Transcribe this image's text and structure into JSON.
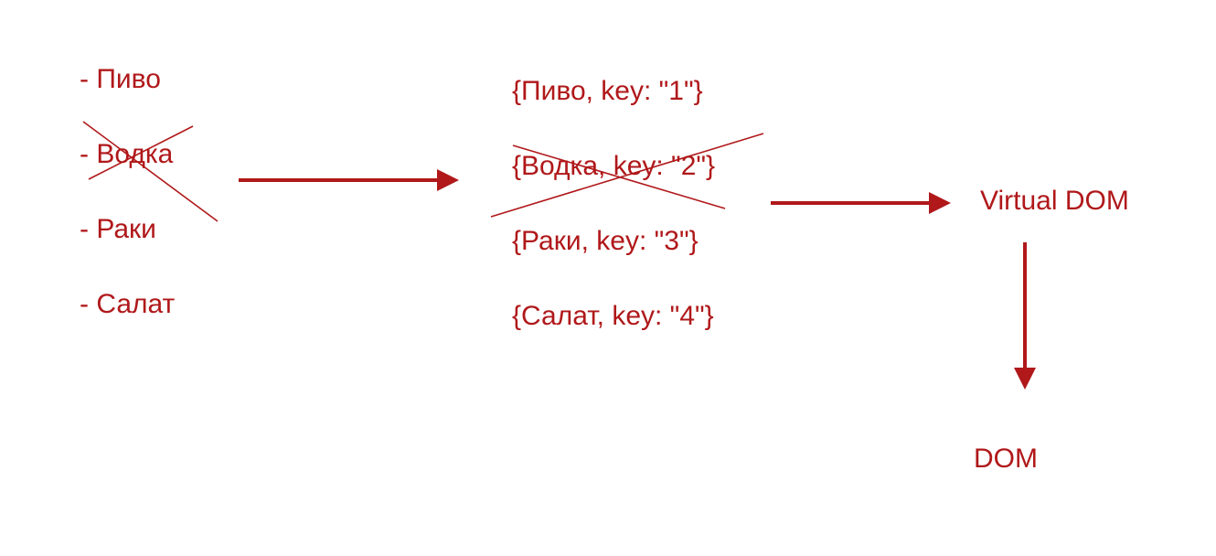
{
  "colors": {
    "ink": "#b0181a"
  },
  "left_list": {
    "items": [
      {
        "label": "- Пиво",
        "struck": false
      },
      {
        "label": "- Водка",
        "struck": true
      },
      {
        "label": "- Раки",
        "struck": false
      },
      {
        "label": "- Салат",
        "struck": false
      }
    ]
  },
  "middle_list": {
    "items": [
      {
        "label": "{Пиво, key: \"1\"}",
        "struck": false
      },
      {
        "label": "{Водка, key: \"2\"}",
        "struck": true
      },
      {
        "label": "{Раки, key: \"3\"}",
        "struck": false
      },
      {
        "label": "{Салат, key: \"4\"}",
        "struck": false
      }
    ]
  },
  "virtual_dom": {
    "label": "Virtual DOM"
  },
  "dom": {
    "label": "DOM"
  }
}
